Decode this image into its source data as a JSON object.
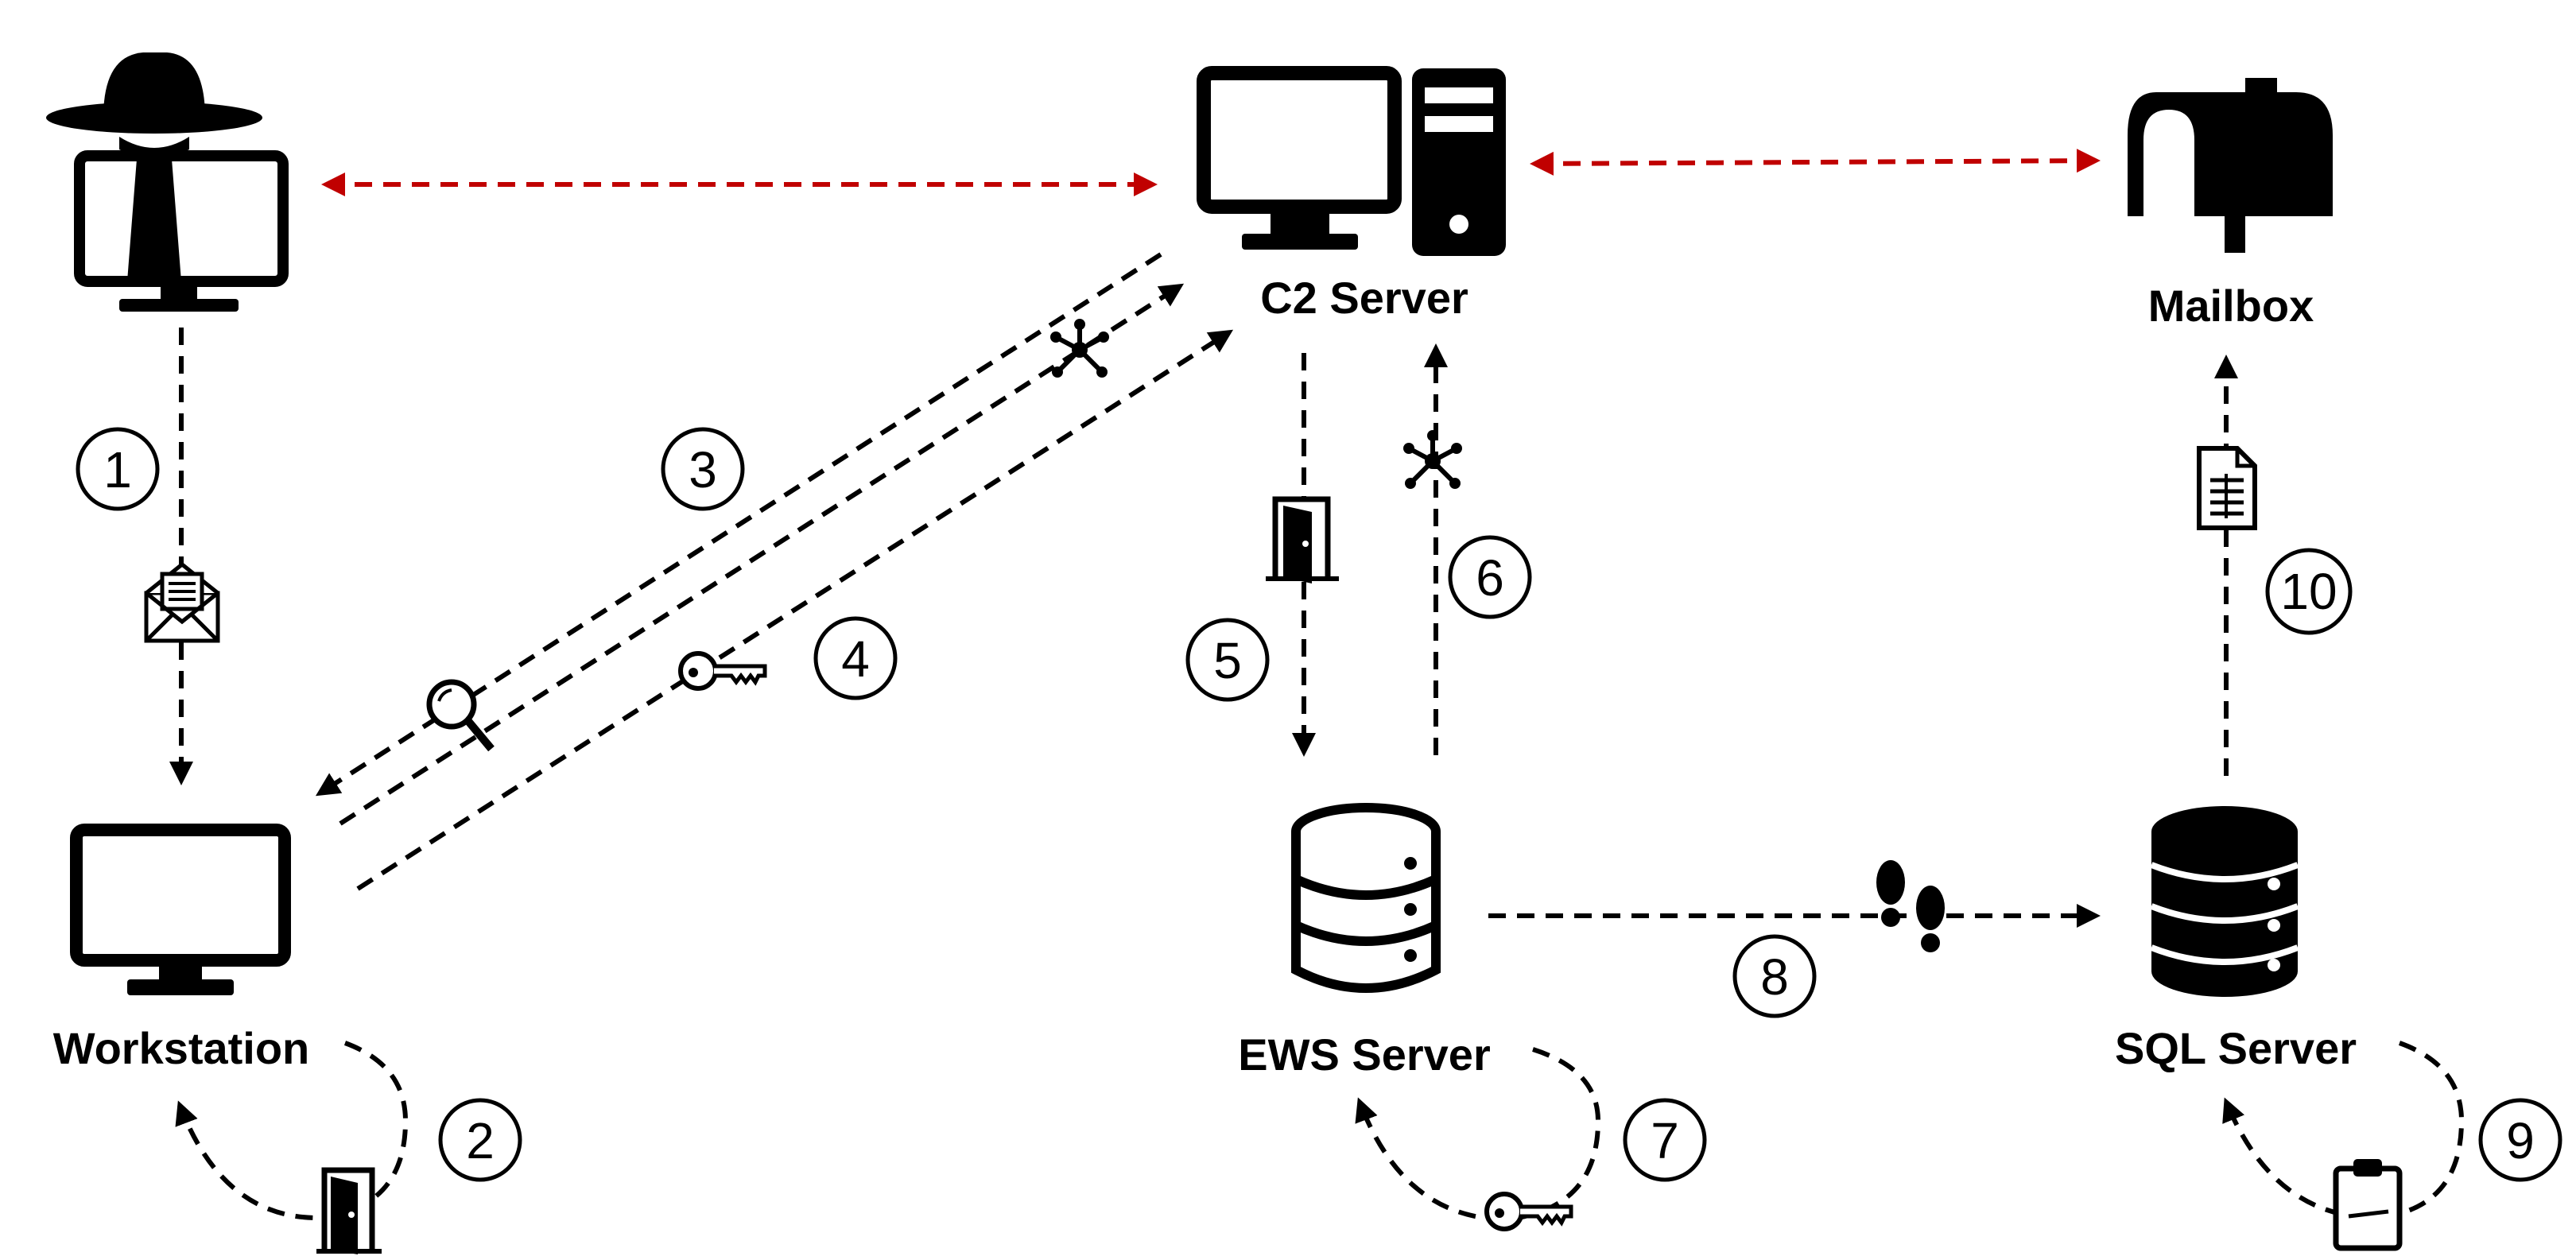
{
  "nodes": {
    "attacker": {
      "label": ""
    },
    "workstation": {
      "label": "Workstation"
    },
    "c2_server": {
      "label": "C2 Server"
    },
    "mailbox": {
      "label": "Mailbox"
    },
    "ews_server": {
      "label": "EWS Server"
    },
    "sql_server": {
      "label": "SQL Server"
    }
  },
  "steps": [
    "1",
    "2",
    "3",
    "4",
    "5",
    "6",
    "7",
    "8",
    "9",
    "10"
  ],
  "icons": {
    "step1": "envelope-icon",
    "step2": "door-icon",
    "step3": "magnifier-icon",
    "step3b": "network-icon",
    "step4": "key-icon",
    "step5": "door-icon",
    "step6": "network-icon",
    "step7": "key-icon",
    "step8": "footprints-icon",
    "step9": "clipboard-icon",
    "step10": "document-icon"
  },
  "colors": {
    "flow": "#000000",
    "c2_link": "#c00000"
  }
}
